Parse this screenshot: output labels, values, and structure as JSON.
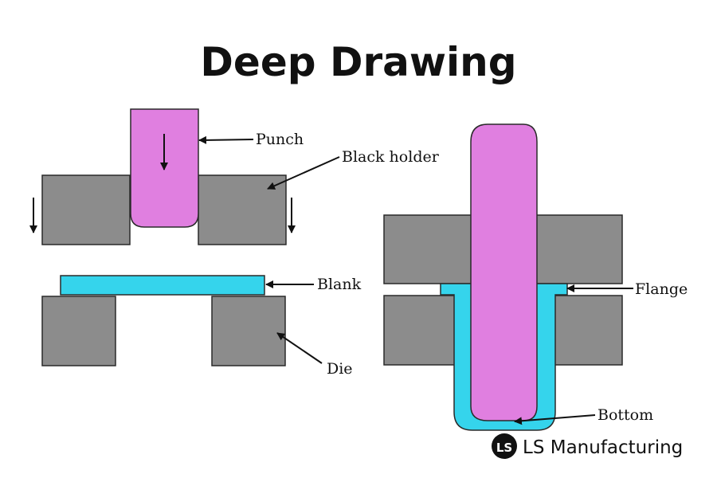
{
  "title": "Deep Drawing",
  "labels": {
    "punch": "Punch",
    "blank_holder": "Black holder",
    "blank": "Blank",
    "die": "Die",
    "flange": "Flange",
    "bottom": "Bottom"
  },
  "brand": {
    "logo_letters": "LS",
    "name": "LS Manufacturing"
  },
  "colors": {
    "punch": "#e07fe0",
    "holder_die": "#8c8c8c",
    "blank": "#35d4ec",
    "outline": "#2a2a2a",
    "text": "#111111"
  }
}
